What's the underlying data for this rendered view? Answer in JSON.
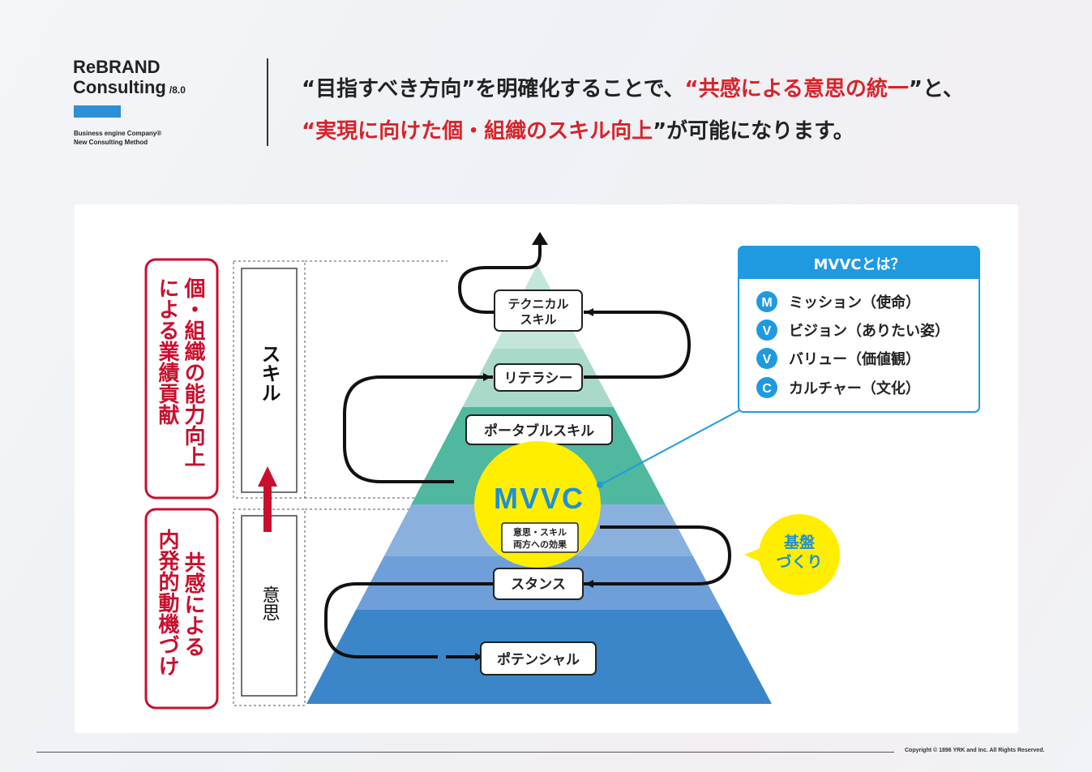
{
  "brand": {
    "title_line1": "ReBRAND",
    "title_line2": "Consulting",
    "version": "/8.0",
    "tagline1": "Business engine Company®",
    "tagline2": "New Consulting Method",
    "accent_color": "#2f8ed6"
  },
  "headline": {
    "line1_part1": "“目指すべき方向”を明確化することで、",
    "line1_part2_red": "“共感による意思の統一",
    "line1_part3": "”と、",
    "line2_part1_red": "“実現に向けた個・組織のスキル向上",
    "line2_part2": "”が可能になります。",
    "red_color": "#d8232a"
  },
  "left_labels": {
    "skill_effect": [
      "個・組織の能力向上",
      "による業績貢献"
    ],
    "will_effect": [
      "共感による",
      "内発的動機づけ"
    ],
    "skill": "スキル",
    "will": "意思",
    "red_color": "#c8102e"
  },
  "pyramid": {
    "tiers": [
      {
        "label": "テクニカル\nスキル",
        "color": "#ffffff"
      },
      {
        "label": "リテラシー",
        "color": "#a8d9c9"
      },
      {
        "label": "ポータブルスキル",
        "color": "#5cbfa6"
      },
      {
        "label": "スタンス",
        "color": "#8cb4e0"
      },
      {
        "label": "ポテンシャル",
        "color": "#3a86c8"
      }
    ],
    "band_colors": [
      "#c4e6da",
      "#a8d9c9",
      "#4fb89e",
      "#8ab1de",
      "#6f9fd8",
      "#3b86c9"
    ],
    "center_circle": {
      "title": "MVVC",
      "caption_line1": "意思・スキル",
      "caption_line2": "両方への効果",
      "fill": "#ffee00",
      "title_color": "#1f8fd6"
    },
    "foundation_bubble": {
      "line1": "基盤",
      "line2": "づくり",
      "fill": "#ffee00",
      "text_color": "#1f8fd6"
    }
  },
  "mvvc_box": {
    "title": "MVVCとは？",
    "header_color": "#1f9ae0",
    "items": [
      {
        "badge": "M",
        "text": "ミッション（使命）"
      },
      {
        "badge": "V",
        "text": "ビジョン（ありたい姿）"
      },
      {
        "badge": "V",
        "text": "バリュー（価値観）"
      },
      {
        "badge": "C",
        "text": "カルチャー（文化）"
      }
    ]
  },
  "footer": {
    "copyright": "Copyright © 1896 YRK and Inc. All Rights Reserved."
  }
}
